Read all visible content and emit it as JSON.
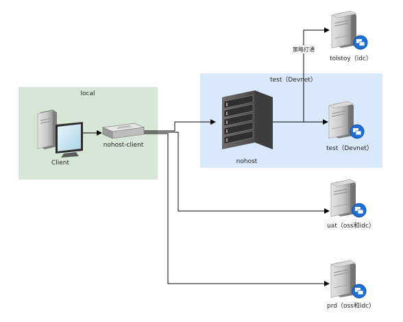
{
  "groups": {
    "local": "local",
    "test": "test（Devnet）"
  },
  "nodes": {
    "client": "Client",
    "nohost_client": "nohost-client",
    "nohost": "nohost",
    "tolstoy": "tolstoy（idc）",
    "test_server": "test（Devnet）",
    "uat": "uat（oss和idc）",
    "prd": "prd（oss和idc）"
  },
  "edge_labels": {
    "strategy": "策略打通"
  },
  "icons": [
    "desktop-computer-icon",
    "network-switch-icon",
    "server-rack-icon",
    "server-tower-icon",
    "remote-desktop-badge-icon"
  ],
  "colors": {
    "local_group": "#d6e8d5",
    "test_group": "#dae8fc",
    "connector": "#000000",
    "badge": "#1f6fd6"
  }
}
